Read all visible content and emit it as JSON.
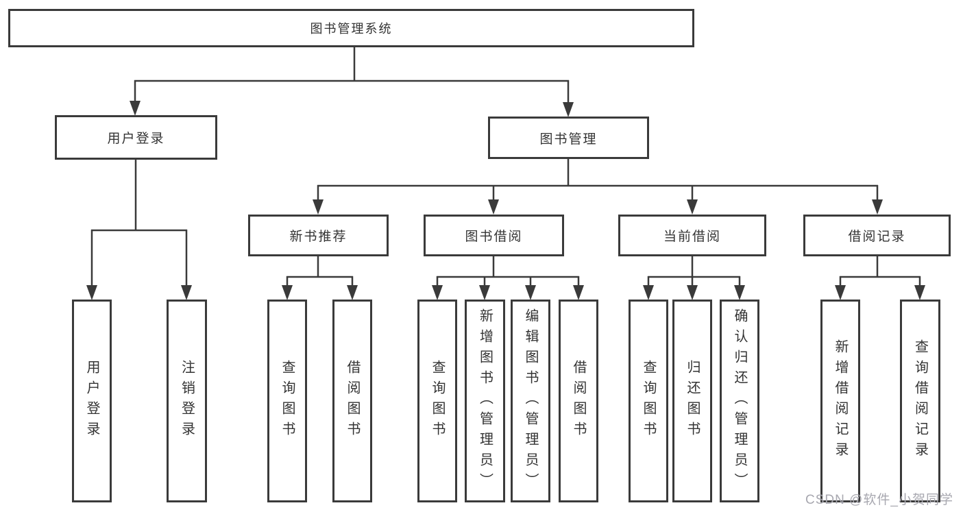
{
  "tree": {
    "root_label": "图书管理系统",
    "level2": [
      {
        "label": "用户登录",
        "leaves": [
          "用户登录",
          "注销登录"
        ]
      },
      {
        "label": "图书管理",
        "children": [
          {
            "label": "新书推荐",
            "leaves": [
              "查询图书",
              "借阅图书"
            ]
          },
          {
            "label": "图书借阅",
            "leaves": [
              "查询图书",
              "新增图书（管理员）",
              "编辑图书（管理员）",
              "借阅图书"
            ]
          },
          {
            "label": "当前借阅",
            "leaves": [
              "查询图书",
              "归还图书",
              "确认归还（管理员）"
            ]
          },
          {
            "label": "借阅记录",
            "leaves": [
              "新增借阅记录",
              "查询借阅记录"
            ]
          }
        ]
      }
    ]
  },
  "watermark": {
    "text": "CSDN @软件_小贺同学"
  },
  "colors": {
    "line": "#3a3a3a",
    "text": "#333333",
    "watermark": "#a8a8b0",
    "background": "#ffffff"
  }
}
